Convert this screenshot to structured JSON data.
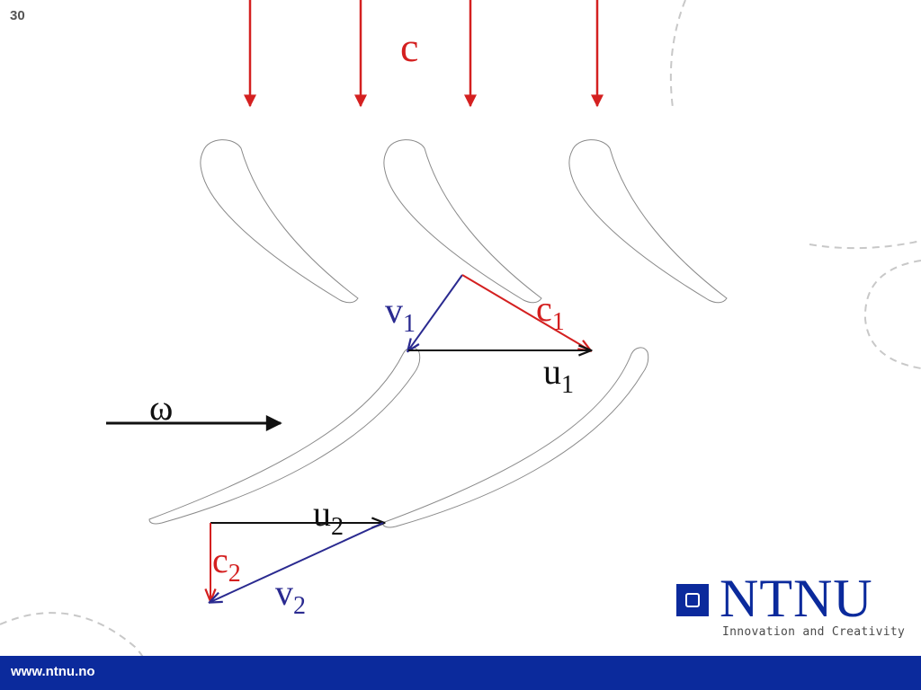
{
  "slide": {
    "number": "30"
  },
  "labels": {
    "inlet_velocity": "c",
    "omega": "ω",
    "v1": {
      "base": "v",
      "sub": "1"
    },
    "c1": {
      "base": "c",
      "sub": "1"
    },
    "u1": {
      "base": "u",
      "sub": "1"
    },
    "u2": {
      "base": "u",
      "sub": "2"
    },
    "c2": {
      "base": "c",
      "sub": "2"
    },
    "v2": {
      "base": "v",
      "sub": "2"
    }
  },
  "colors": {
    "absolute_velocity": "#d42020",
    "relative_velocity": "#2a2a90",
    "blade_velocity": "#111111",
    "brand": "#0b2a9c"
  },
  "branding": {
    "logo": "NTNU",
    "tagline": "Innovation and Creativity",
    "url": "www.ntnu.no"
  }
}
